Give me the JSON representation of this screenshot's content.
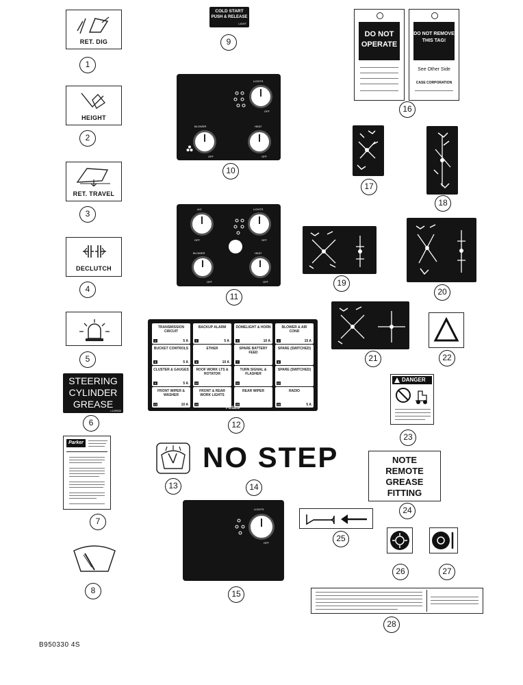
{
  "decals": {
    "d1": {
      "label": "RET. DIG",
      "callout": "1"
    },
    "d2": {
      "label": "HEIGHT",
      "callout": "2"
    },
    "d3": {
      "label": "RET. TRAVEL",
      "callout": "3"
    },
    "d4": {
      "label": "DECLUTCH",
      "callout": "4"
    },
    "d5": {
      "callout": "5"
    },
    "d6": {
      "lines": [
        "STEERING",
        "CYLINDER",
        "GREASE"
      ],
      "part_no": "L129532",
      "callout": "6"
    },
    "d7": {
      "brand": "Parker",
      "callout": "7"
    },
    "d8": {
      "callout": "8"
    },
    "d9": {
      "lines": [
        "COLD START",
        "PUSH & RELEASE"
      ],
      "sub": "LIGHT",
      "callout": "9"
    },
    "d10": {
      "labels": [
        "LIGHTS",
        "OFF",
        "BLOWER",
        "HEAT",
        "OFF",
        "OFF"
      ],
      "callout": "10"
    },
    "d11": {
      "labels": [
        "A/C",
        "LIGHTS",
        "OFF",
        "OFF",
        "BLOWER",
        "HEAT",
        "OFF",
        "OFF"
      ],
      "callout": "11"
    },
    "d12": {
      "fuses": [
        {
          "name": "TRANSMISSION CIRCUIT",
          "amp": "5 A",
          "no": "1"
        },
        {
          "name": "BACKUP ALARM",
          "amp": "5 A",
          "no": "2"
        },
        {
          "name": "DOMELIGHT & HORN",
          "amp": "10 A",
          "no": "3"
        },
        {
          "name": "BLOWER & AIR COND",
          "amp": "15 A",
          "no": "4"
        },
        {
          "name": "BUCKET CONTROLS",
          "amp": "5 A",
          "no": "5"
        },
        {
          "name": "ETHER",
          "amp": "10 A",
          "no": "6"
        },
        {
          "name": "SPARE BATTERY FEED",
          "amp": "",
          "no": "7"
        },
        {
          "name": "SPARE (SWITCHED)",
          "amp": "",
          "no": "8"
        },
        {
          "name": "CLUSTER & GAUGES",
          "amp": "5 A",
          "no": "9"
        },
        {
          "name": "ROOF WORK LTS & ROTATOR",
          "amp": "",
          "no": "10"
        },
        {
          "name": "TURN SIGNAL & FLASHER",
          "amp": "",
          "no": "11"
        },
        {
          "name": "SPARE (SWITCHED)",
          "amp": "",
          "no": "12"
        },
        {
          "name": "FRONT WIPER & WASHER",
          "amp": "10 A",
          "no": "13"
        },
        {
          "name": "FRONT & REAR WORK LIGHTS",
          "amp": "",
          "no": "14"
        },
        {
          "name": "REAR WIPER",
          "amp": "",
          "no": "15"
        },
        {
          "name": "RADIO",
          "amp": "5 A",
          "no": "16"
        }
      ],
      "title": "FUSES",
      "callout": "12"
    },
    "d13": {
      "callout": "13"
    },
    "d14": {
      "text": "NO STEP",
      "callout": "14"
    },
    "d15": {
      "labels": [
        "LIGHTS",
        "OFF"
      ],
      "callout": "15"
    },
    "d16": {
      "tag1": [
        "DO NOT",
        "OPERATE"
      ],
      "tag2": [
        "DO NOT REMOVE",
        "THIS TAG!"
      ],
      "see": "See Other Side",
      "corp": "CASE CORPORATION",
      "callout": "16"
    },
    "d17": {
      "callout": "17"
    },
    "d18": {
      "callout": "18"
    },
    "d19": {
      "callout": "19"
    },
    "d20": {
      "callout": "20"
    },
    "d21": {
      "callout": "21"
    },
    "d22": {
      "callout": "22"
    },
    "d23": {
      "title": "DANGER",
      "callout": "23"
    },
    "d24": {
      "lines": [
        "NOTE",
        "REMOTE",
        "GREASE",
        "FITTING"
      ],
      "callout": "24"
    },
    "d25": {
      "callout": "25"
    },
    "d26": {
      "callout": "26"
    },
    "d27": {
      "callout": "27"
    },
    "d28": {
      "callout": "28"
    }
  },
  "figure_id": "B950330 4S",
  "colors": {
    "decal_black": "#141414",
    "line": "#222222"
  }
}
